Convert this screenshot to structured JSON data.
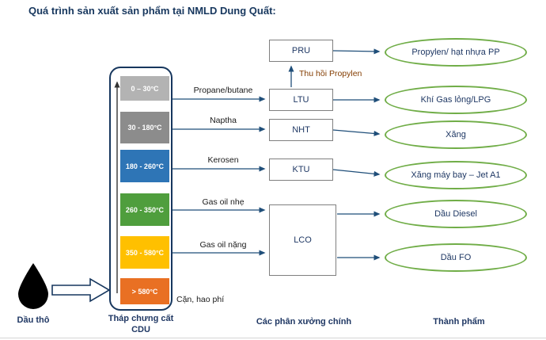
{
  "page": {
    "title": "Quá trình sản xuất sản phẩm tại NMLD Dung Quất:"
  },
  "crude": {
    "label": "Dầu thô"
  },
  "column": {
    "caption_line1": "Tháp chưng cất",
    "caption_line2": "CDU",
    "residue_label": "Cặn, hao phí",
    "segments": [
      {
        "label": "0 – 30°C",
        "color": "#b3b3b3"
      },
      {
        "label": "30 - 180°C",
        "color": "#8c8c8c"
      },
      {
        "label": "180 - 260°C",
        "color": "#2e75b6"
      },
      {
        "label": "260 - 350°C",
        "color": "#4f9e3d"
      },
      {
        "label": "350 - 580°C",
        "color": "#ffc000"
      },
      {
        "label": "> 580°C",
        "color": "#e97023"
      }
    ]
  },
  "streams": [
    {
      "label": "Propane/butane"
    },
    {
      "label": "Naptha"
    },
    {
      "label": "Kerosen"
    },
    {
      "label": "Gas oil nhẹ"
    },
    {
      "label": "Gas oil nặng"
    }
  ],
  "units": {
    "caption": "Các phân xưởng chính",
    "recovery_label": "Thu hồi Propylen",
    "boxes": [
      {
        "label": "PRU"
      },
      {
        "label": "LTU"
      },
      {
        "label": "NHT"
      },
      {
        "label": "KTU"
      },
      {
        "label": "LCO"
      }
    ]
  },
  "products": {
    "caption": "Thành phẩm",
    "items": [
      {
        "label": "Propylen/ hạt nhựa PP"
      },
      {
        "label": "Khí Gas lỏng/LPG"
      },
      {
        "label": "Xăng"
      },
      {
        "label": "Xăng máy bay – Jet A1"
      },
      {
        "label": "Dầu Diesel"
      },
      {
        "label": "Dầu FO"
      }
    ]
  },
  "colors": {
    "title_text": "#17375e",
    "connector": "#1f4e79",
    "product_border": "#70ad47",
    "recovery_text": "#833c00",
    "column_border": "#17375e"
  }
}
